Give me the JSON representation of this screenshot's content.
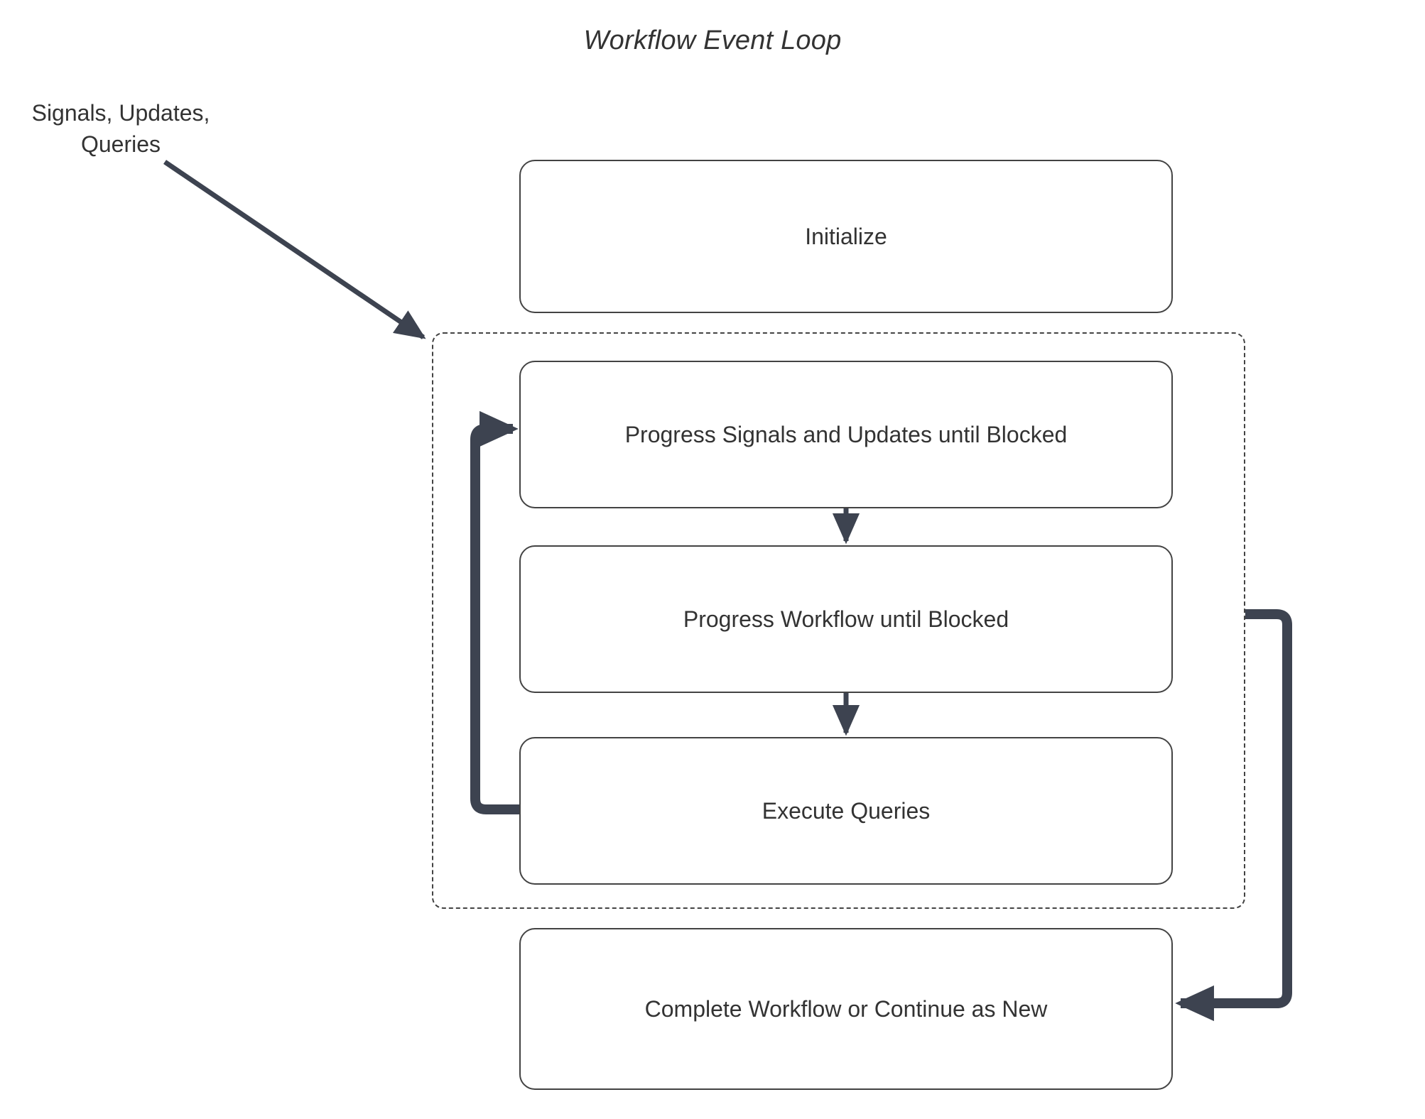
{
  "title": "Workflow Event Loop",
  "external_input": {
    "label_line1": "Signals, Updates,",
    "label_line2": "Queries"
  },
  "colors": {
    "node_border": "#434343",
    "node_fill": "#ffffff",
    "text": "#333333",
    "edge": "#3d4350",
    "group_border": "#434343",
    "background": "#ffffff"
  },
  "nodes": {
    "initialize": {
      "label": "Initialize"
    },
    "progress_signals": {
      "label": "Progress Signals and Updates until Blocked"
    },
    "progress_workflow": {
      "label": "Progress Workflow until Blocked"
    },
    "execute_queries": {
      "label": "Execute Queries"
    },
    "complete_workflow": {
      "label": "Complete Workflow or Continue as New"
    }
  },
  "group": {
    "name": "event-loop-group",
    "style": "dashed"
  },
  "edges": [
    {
      "name": "external-to-loop",
      "from": "Signals, Updates, Queries",
      "to": "event-loop-group",
      "style": "solid-arrow-diagonal"
    },
    {
      "name": "signals-to-workflow",
      "from": "Progress Signals and Updates until Blocked",
      "to": "Progress Workflow until Blocked",
      "style": "solid-arrow-down"
    },
    {
      "name": "workflow-to-queries",
      "from": "Progress Workflow until Blocked",
      "to": "Execute Queries",
      "style": "solid-arrow-down"
    },
    {
      "name": "queries-back-to-signals",
      "from": "Execute Queries",
      "to": "Progress Signals and Updates until Blocked",
      "style": "thick-loop-left"
    },
    {
      "name": "loop-to-complete",
      "from": "event-loop-group",
      "to": "Complete Workflow or Continue as New",
      "style": "thick-loop-right"
    }
  ]
}
